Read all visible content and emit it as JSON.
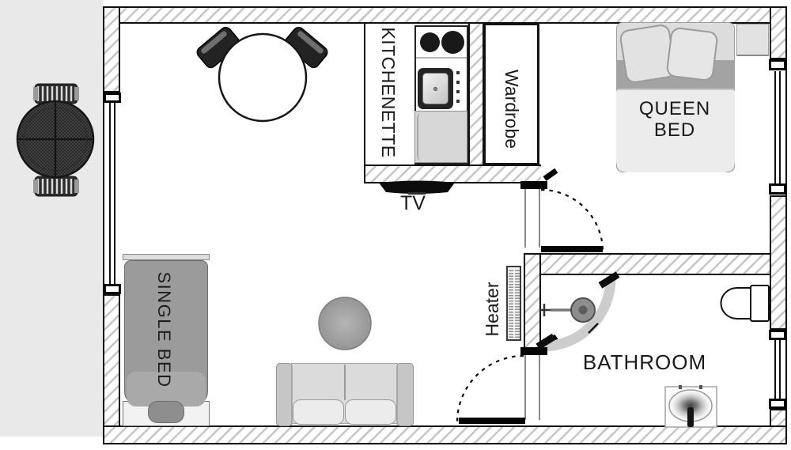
{
  "plan": {
    "type": "studio-apartment-floor-plan",
    "labels": {
      "kitchenette": "KITCHENETTE",
      "wardrobe": "Wardrobe",
      "queen_bed": {
        "line1": "QUEEN",
        "line2": "BED"
      },
      "tv": "TV",
      "heater": "Heater",
      "single_bed": "SINGLE BED",
      "bathroom": "BATHROOM"
    },
    "colors": {
      "outdoor_area": "#e9e9e9",
      "wall_hatch_line": "#c6c6c6",
      "wall_outline": "#111111",
      "label_text": "#1a1a1a",
      "furniture_dark_gray": "#9b9b9b",
      "furniture_light_gray": "#ececec",
      "appliance_black": "#1c1c1c",
      "shower_glass": "#cdcdcd"
    },
    "furniture_items": [
      "outdoor-table",
      "outdoor-chair",
      "dining-table",
      "dining-chair",
      "stove",
      "kitchen-sink",
      "fridge",
      "tv",
      "wardrobe-closet",
      "queen-bed",
      "nightstand",
      "heater-radiator",
      "single-bed",
      "sofa",
      "round-rug",
      "shower",
      "toilet",
      "bathroom-sink",
      "door-swing",
      "window"
    ]
  }
}
